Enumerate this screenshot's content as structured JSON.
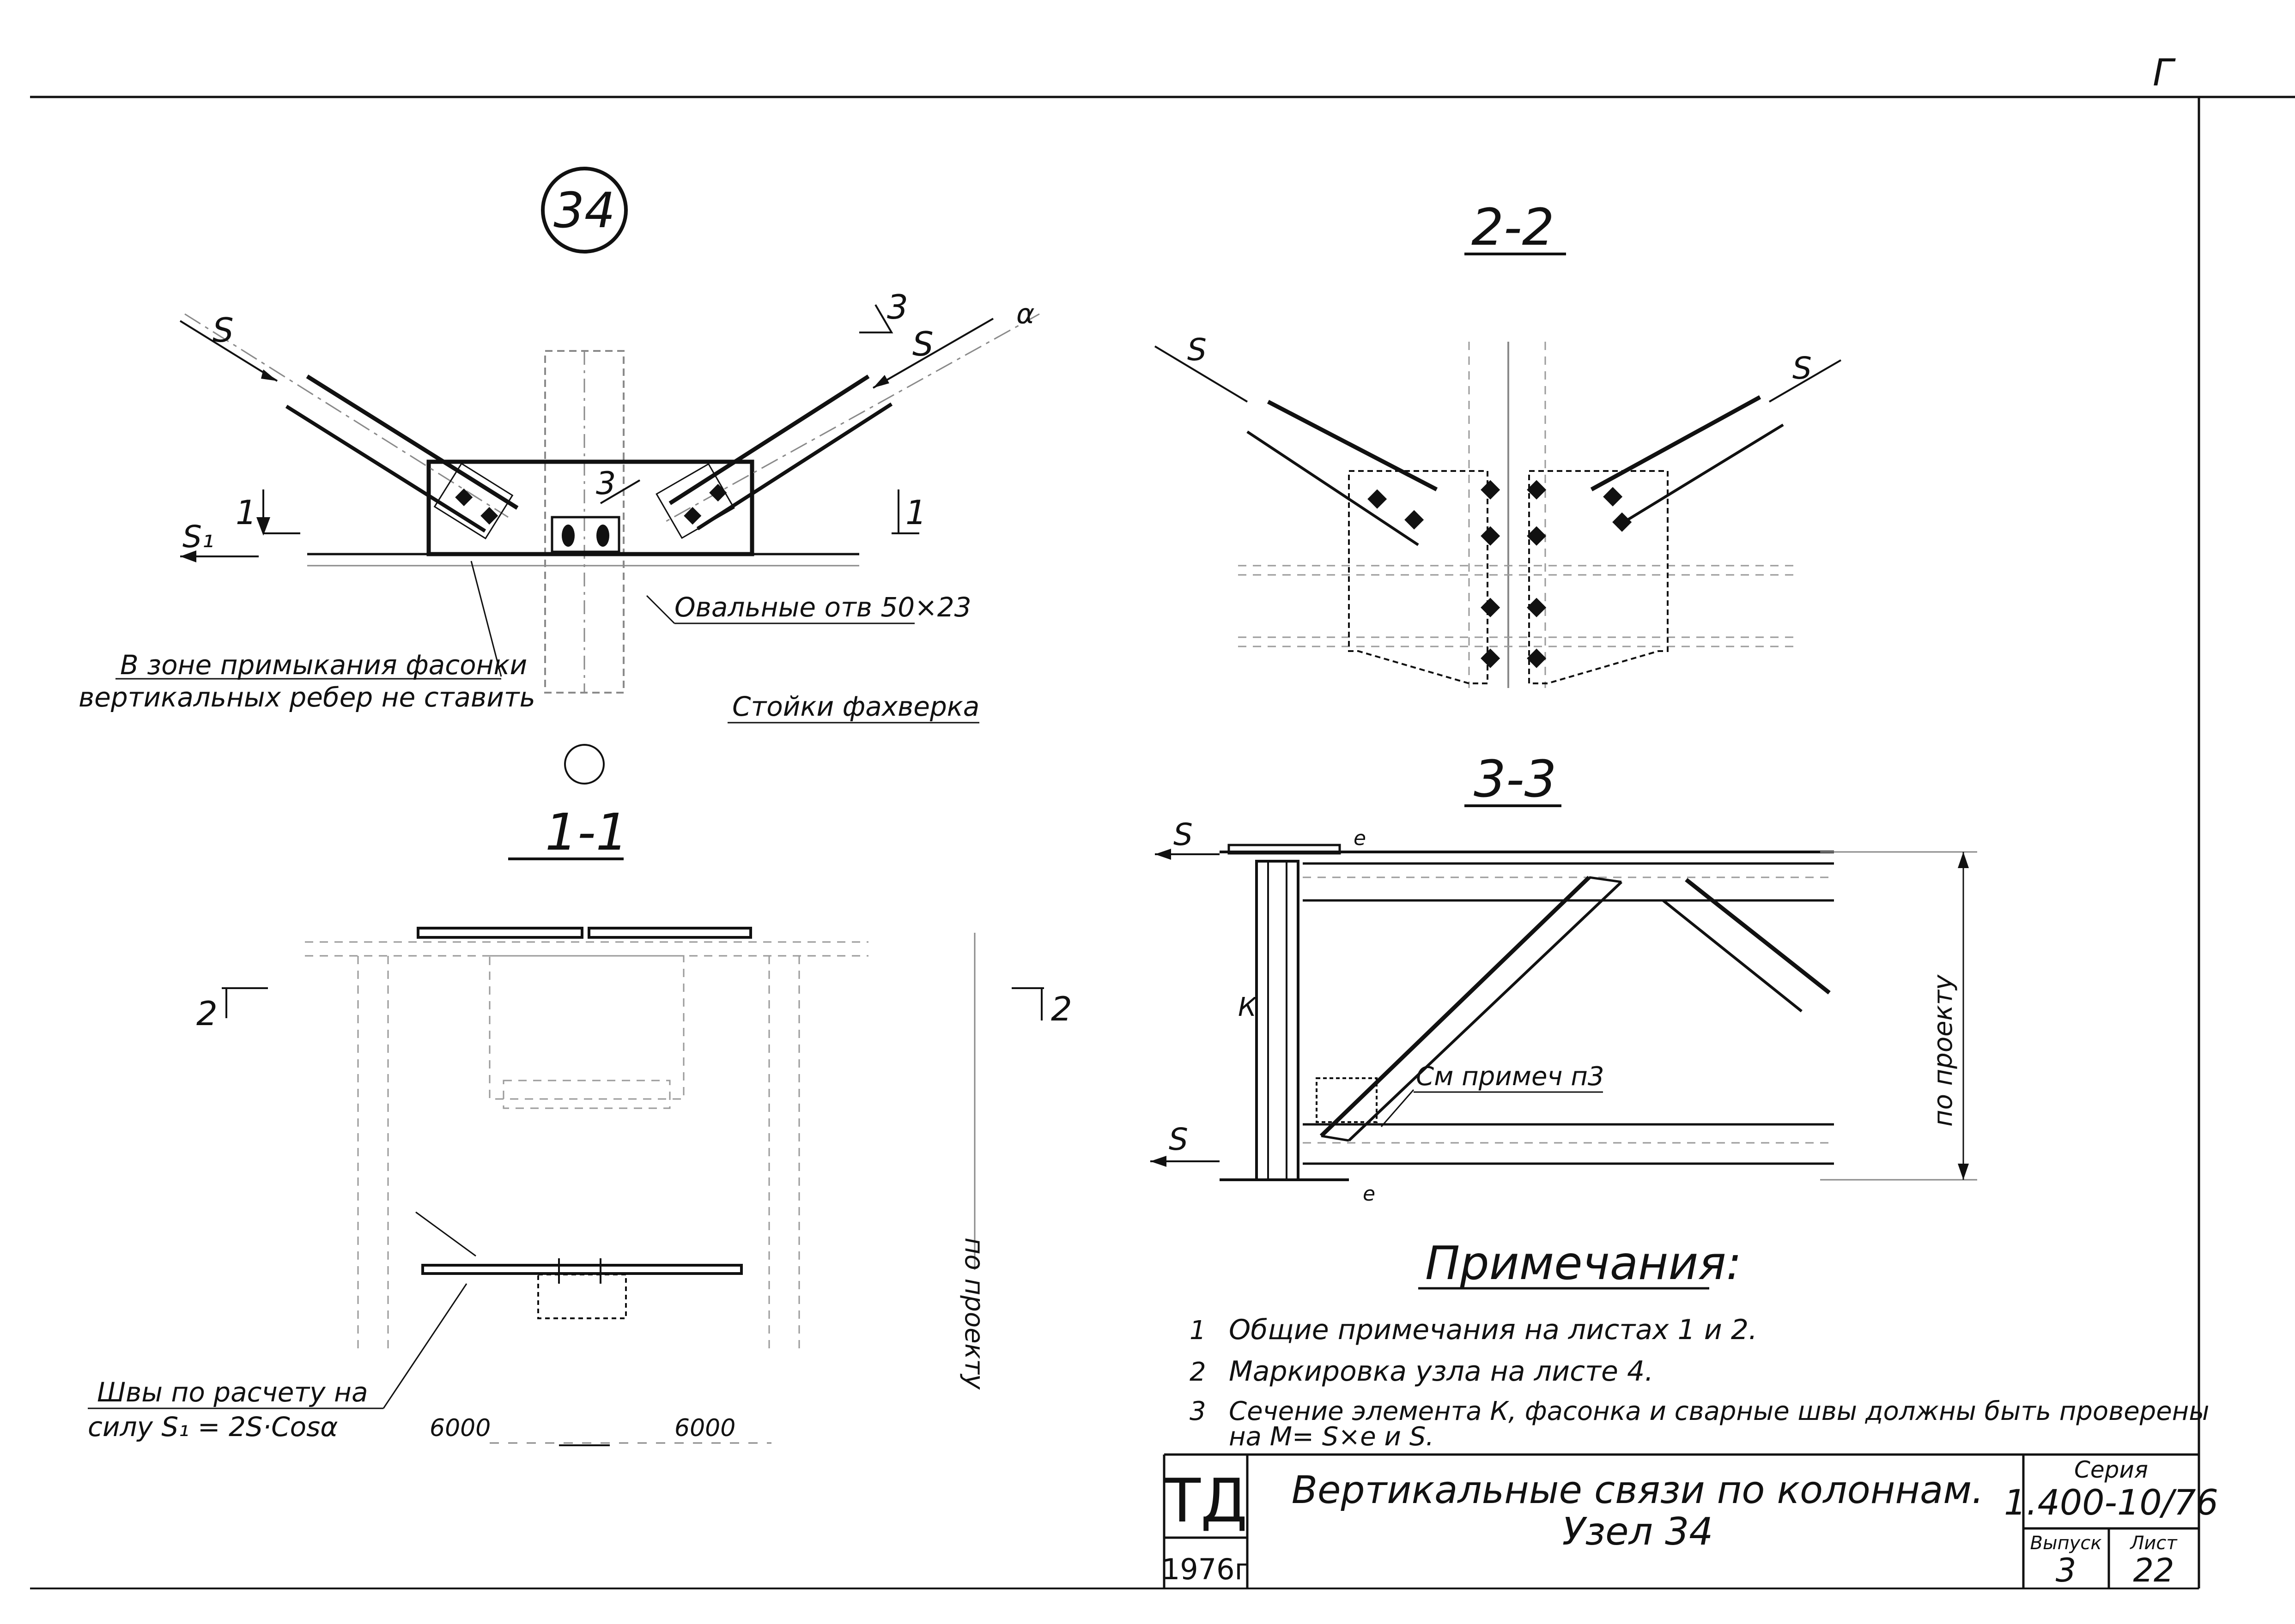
{
  "sheet": {
    "corner_mark": "Г",
    "node_number": "34",
    "sections": {
      "s22": "2-2",
      "s33": "3-3",
      "s11": "1-1"
    }
  },
  "node_view": {
    "force_s": "S",
    "force_s1": "S₁",
    "cut_1": "1",
    "cut_3": "3",
    "angle": "α",
    "oval_holes_note": "Овальные отв 50×23",
    "zone_note_1": "В зоне примыкания фасонки",
    "zone_note_2": "вертикальных ребер не ставить",
    "fachwerk_note": "Стойки фахверка"
  },
  "section_11": {
    "cut_2": "2",
    "dim_side": "по проекту",
    "weld_note_1": "Швы по расчету на",
    "weld_note_2": "силу S₁ = 2S·Cosα",
    "dim_left": "6000",
    "dim_right": "6000"
  },
  "section_33": {
    "force_s": "S",
    "element_k": "К",
    "see_note": "См примеч п3",
    "dim_side": "по проекту",
    "weld_e": "е"
  },
  "notes": {
    "title": "Примечания:",
    "items": [
      {
        "num": "1",
        "text": "Общие примечания на листах 1 и 2."
      },
      {
        "num": "2",
        "text": "Маркировка узла на листе 4."
      },
      {
        "num": "3",
        "text": "Сечение элемента К, фасонка и сварные швы должны быть проверены",
        "text2": "на M= S×e и S."
      }
    ]
  },
  "title_block": {
    "org": "ТД",
    "year": "1976г",
    "title_line1": "Вертикальные связи по колоннам.",
    "title_line2": "Узел 34",
    "series_label": "Серия",
    "series_value": "1.400-10/76",
    "issue_label": "Выпуск",
    "issue_value": "3",
    "sheet_label": "Лист",
    "sheet_value": "22"
  }
}
